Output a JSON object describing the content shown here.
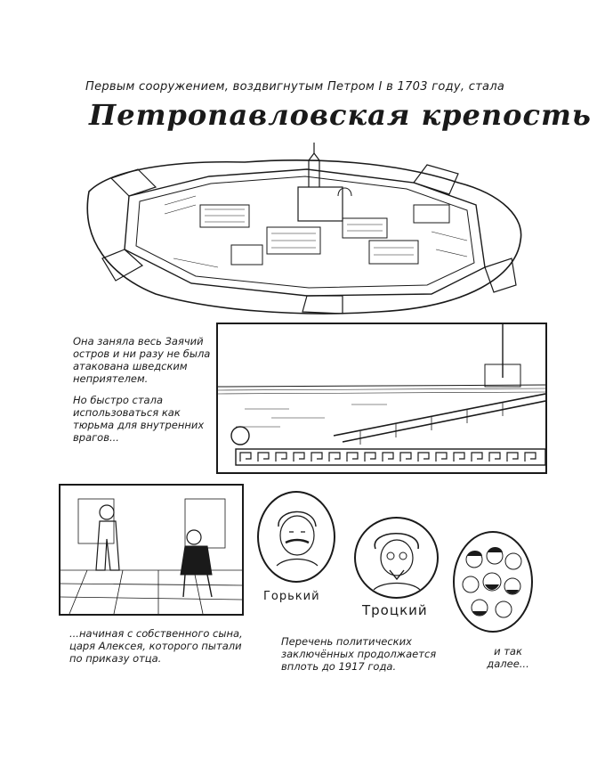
{
  "header": {
    "intro": "Первым сооружением, воздвигнутым Петром I в 1703 году, стала",
    "title": "Петропавловская крепость"
  },
  "captions": {
    "island": "Она заняла весь Заячий остров и ни разу не была атакована шведским неприятелем.",
    "prison": "Но быстро стала использоваться как тюрьма для внутренних врагов...",
    "alexei": "...начиная с собственного сына, царя Алексея, которого пытали по приказу отца.",
    "list": "Перечень политических заключённых продолжается вплоть до 1917 года.",
    "etc": "и так далее..."
  },
  "portraits": {
    "gorky": "Горький",
    "trotsky": "Троцкий"
  }
}
